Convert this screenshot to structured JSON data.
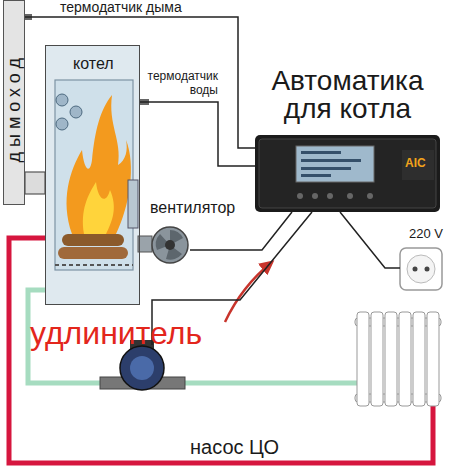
{
  "diagram": {
    "nodes": [
      {
        "text": [
          "дымоход"
        ]
      },
      {
        "text": [
          "котел"
        ]
      },
      {
        "text": [
          "Автоматика для котла"
        ]
      },
      {
        "text": [
          "вентилятор"
        ]
      },
      {
        "text": [
          "насос ЦО"
        ]
      },
      {
        "text": [
          "220 V"
        ]
      }
    ],
    "edges": [
      {
        "from": 0,
        "to": 2,
        "arrow": "none",
        "label": "термодатчик дыма"
      },
      {
        "from": 1,
        "to": 2,
        "arrow": "none",
        "label": "термодатчик воды"
      },
      {
        "from": 2,
        "to": 3,
        "arrow": "none"
      },
      {
        "from": 2,
        "to": 4,
        "arrow": "none"
      },
      {
        "from": 2,
        "to": 5,
        "arrow": "none"
      }
    ],
    "labels": [
      "удлинитель",
      "AIC"
    ]
  }
}
